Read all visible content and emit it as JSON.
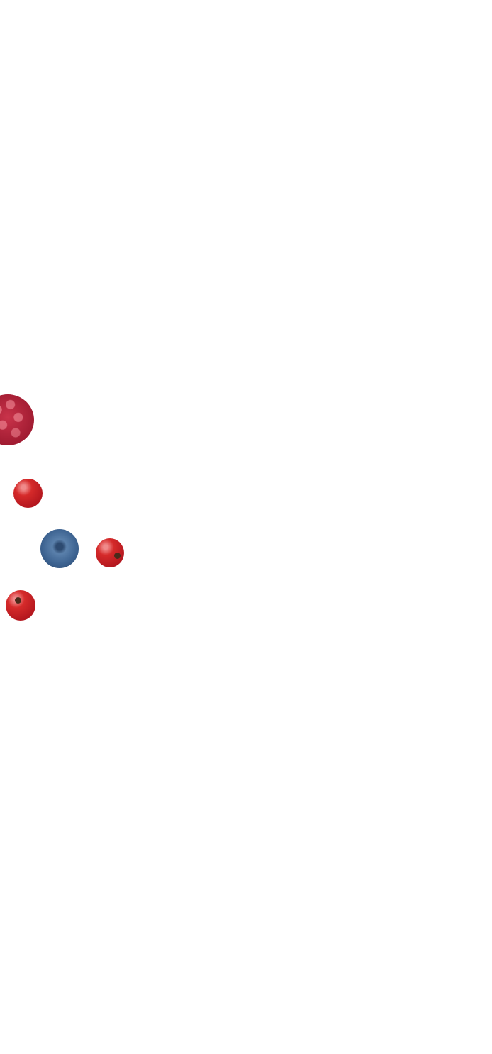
{
  "scene": {
    "background_color": "#ffffff",
    "objects": [
      {
        "kind": "raspberry",
        "color": "#b3243b"
      },
      {
        "kind": "red-currant",
        "color": "#c81e24"
      },
      {
        "kind": "blueberry",
        "color": "#46699a"
      },
      {
        "kind": "red-currant",
        "color": "#c81e24"
      },
      {
        "kind": "red-currant",
        "color": "#c81e24"
      }
    ]
  }
}
